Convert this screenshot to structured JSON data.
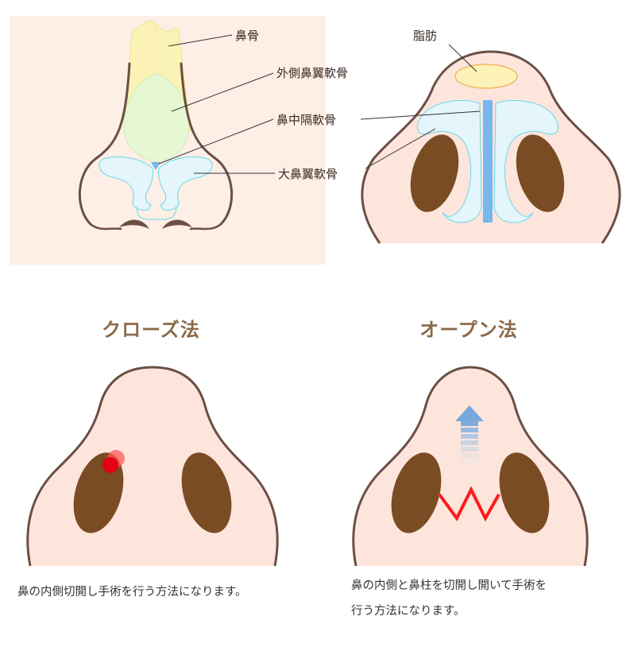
{
  "labels": {
    "nasal_bone": "鼻骨",
    "lateral_cartilage": "外側鼻翼軟骨",
    "septal_cartilage": "鼻中隔軟骨",
    "alar_cartilage": "大鼻翼軟骨",
    "fat": "脂肪"
  },
  "methods": {
    "closed": {
      "title": "クローズ法",
      "description": "鼻の内側切開し手術を行う方法になります。"
    },
    "open": {
      "title": "オープン法",
      "description_line1": "鼻の内側と鼻柱を切開し開いて手術を",
      "description_line2": "行う方法になります。"
    }
  },
  "colors": {
    "panel_bg": "#fdeee6",
    "skin": "#fde5dc",
    "outline": "#6b4f45",
    "nostril": "#7a4c24",
    "nasal_bone": "#fbf2b5",
    "lateral_cartilage": "#e6f7d4",
    "alar_cartilage": "#e4f5fb",
    "cartilage_stroke": "#66d9e8",
    "septum": "#78b6ee",
    "fat": "#fdf3b9",
    "fat_stroke": "#f2b866",
    "incision": "#ff1a1a",
    "heading": "#8a6a48"
  }
}
